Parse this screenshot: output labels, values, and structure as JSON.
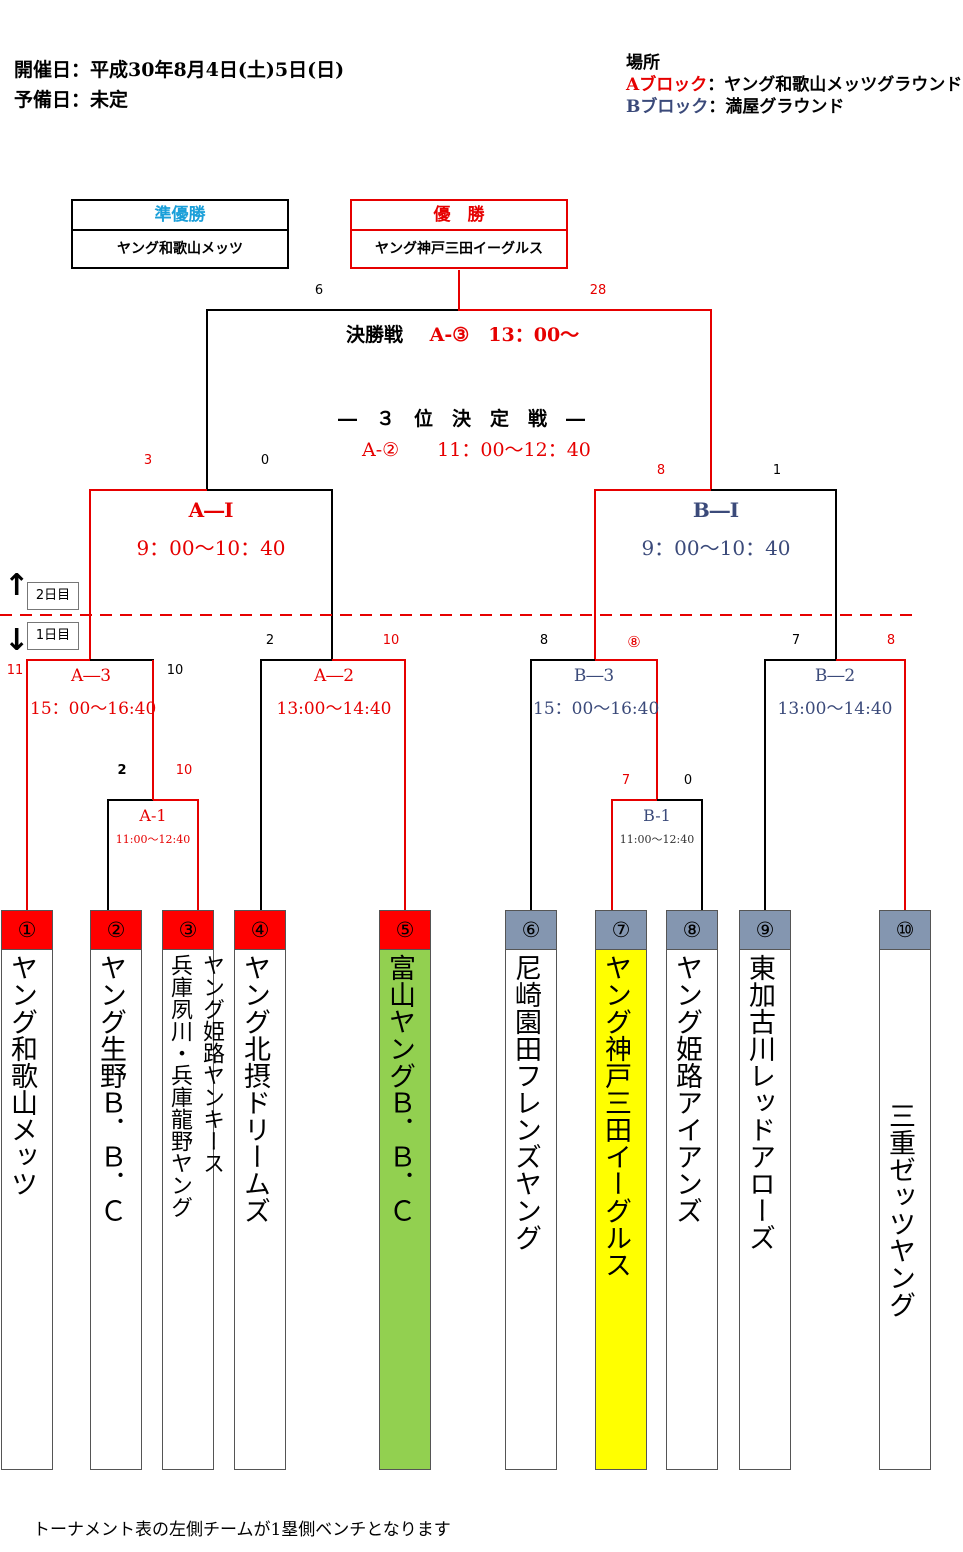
{
  "header": {
    "date": "開催日：平成30年8月4日(土)5日(日)",
    "reserve": "予備日：未定",
    "place_label": "場所",
    "block_a_label": "Aブロック",
    "block_a_place": "：ヤング和歌山メッツグラウンド",
    "block_b_label": "Bブロック",
    "block_b_place": "：満屋グラウンド"
  },
  "results": {
    "runner_up_label": "準優勝",
    "runner_up_team": "ヤング和歌山メッツ",
    "winner_label": "優　勝",
    "winner_team": "ヤング神戸三田イーグルス"
  },
  "final": {
    "title": "決勝戦",
    "slot": "A-③　13：00～",
    "score_left": "6",
    "score_right": "28"
  },
  "third_place": {
    "title": "―　３　位　決　定　戦　―",
    "slot": "A-②　　11：00～12：40"
  },
  "matches": {
    "a_semi": {
      "title": "A―Ⅰ",
      "time": "9：00～10：40",
      "score_left": "3",
      "score_right": "0"
    },
    "b_semi": {
      "title": "B―Ⅰ",
      "time": "9：00～10：40",
      "score_left": "8",
      "score_right": "1"
    },
    "a3": {
      "title": "A―3",
      "time": "15：00～16:40",
      "score_left": "11",
      "score_right": "10"
    },
    "a2": {
      "title": "A―2",
      "time": "13:00～14:40",
      "score_left": "2",
      "score_right": "10"
    },
    "b3": {
      "title": "B―3",
      "time": "15：00～16:40",
      "score_left": "8",
      "score_right": "⑧"
    },
    "b2": {
      "title": "B―2",
      "time": "13:00～14:40",
      "score_left": "7",
      "score_right": "8"
    },
    "a1": {
      "title": "A-1",
      "time": "11:00～12:40",
      "score_left": "2",
      "score_right": "10"
    },
    "b1": {
      "title": "B-1",
      "time": "11:00～12:40",
      "score_left": "7",
      "score_right": "0"
    }
  },
  "days": {
    "day2": "2日目",
    "day1": "1日目"
  },
  "teams": [
    {
      "num": "①",
      "name": "ヤング和歌山メッツ"
    },
    {
      "num": "②",
      "name": "ヤング生野Ｂ．Ｂ．Ｃ"
    },
    {
      "num": "③",
      "name_a": "ヤング姫路ヤンキース",
      "name_b": "兵庫夙川・兵庫龍野ヤング"
    },
    {
      "num": "④",
      "name": "ヤング北摂ドリームズ"
    },
    {
      "num": "⑤",
      "name": "富山ヤングＢ．Ｂ．Ｃ"
    },
    {
      "num": "⑥",
      "name": "尼崎園田フレンズヤング"
    },
    {
      "num": "⑦",
      "name": "ヤング神戸三田イーグルス"
    },
    {
      "num": "⑧",
      "name": "ヤング姫路アイアンズ"
    },
    {
      "num": "⑨",
      "name": "東加古川レッドアローズ"
    },
    {
      "num": "⑩",
      "name": "三重ゼッツヤング"
    }
  ],
  "footer": "トーナメント表の左側チームが1塁側ベンチとなります",
  "colors": {
    "red": "#e60000",
    "blue": "#3b4a7a",
    "gray_header": "#8496b0",
    "green": "#92d050",
    "yellow": "#ffff00"
  }
}
